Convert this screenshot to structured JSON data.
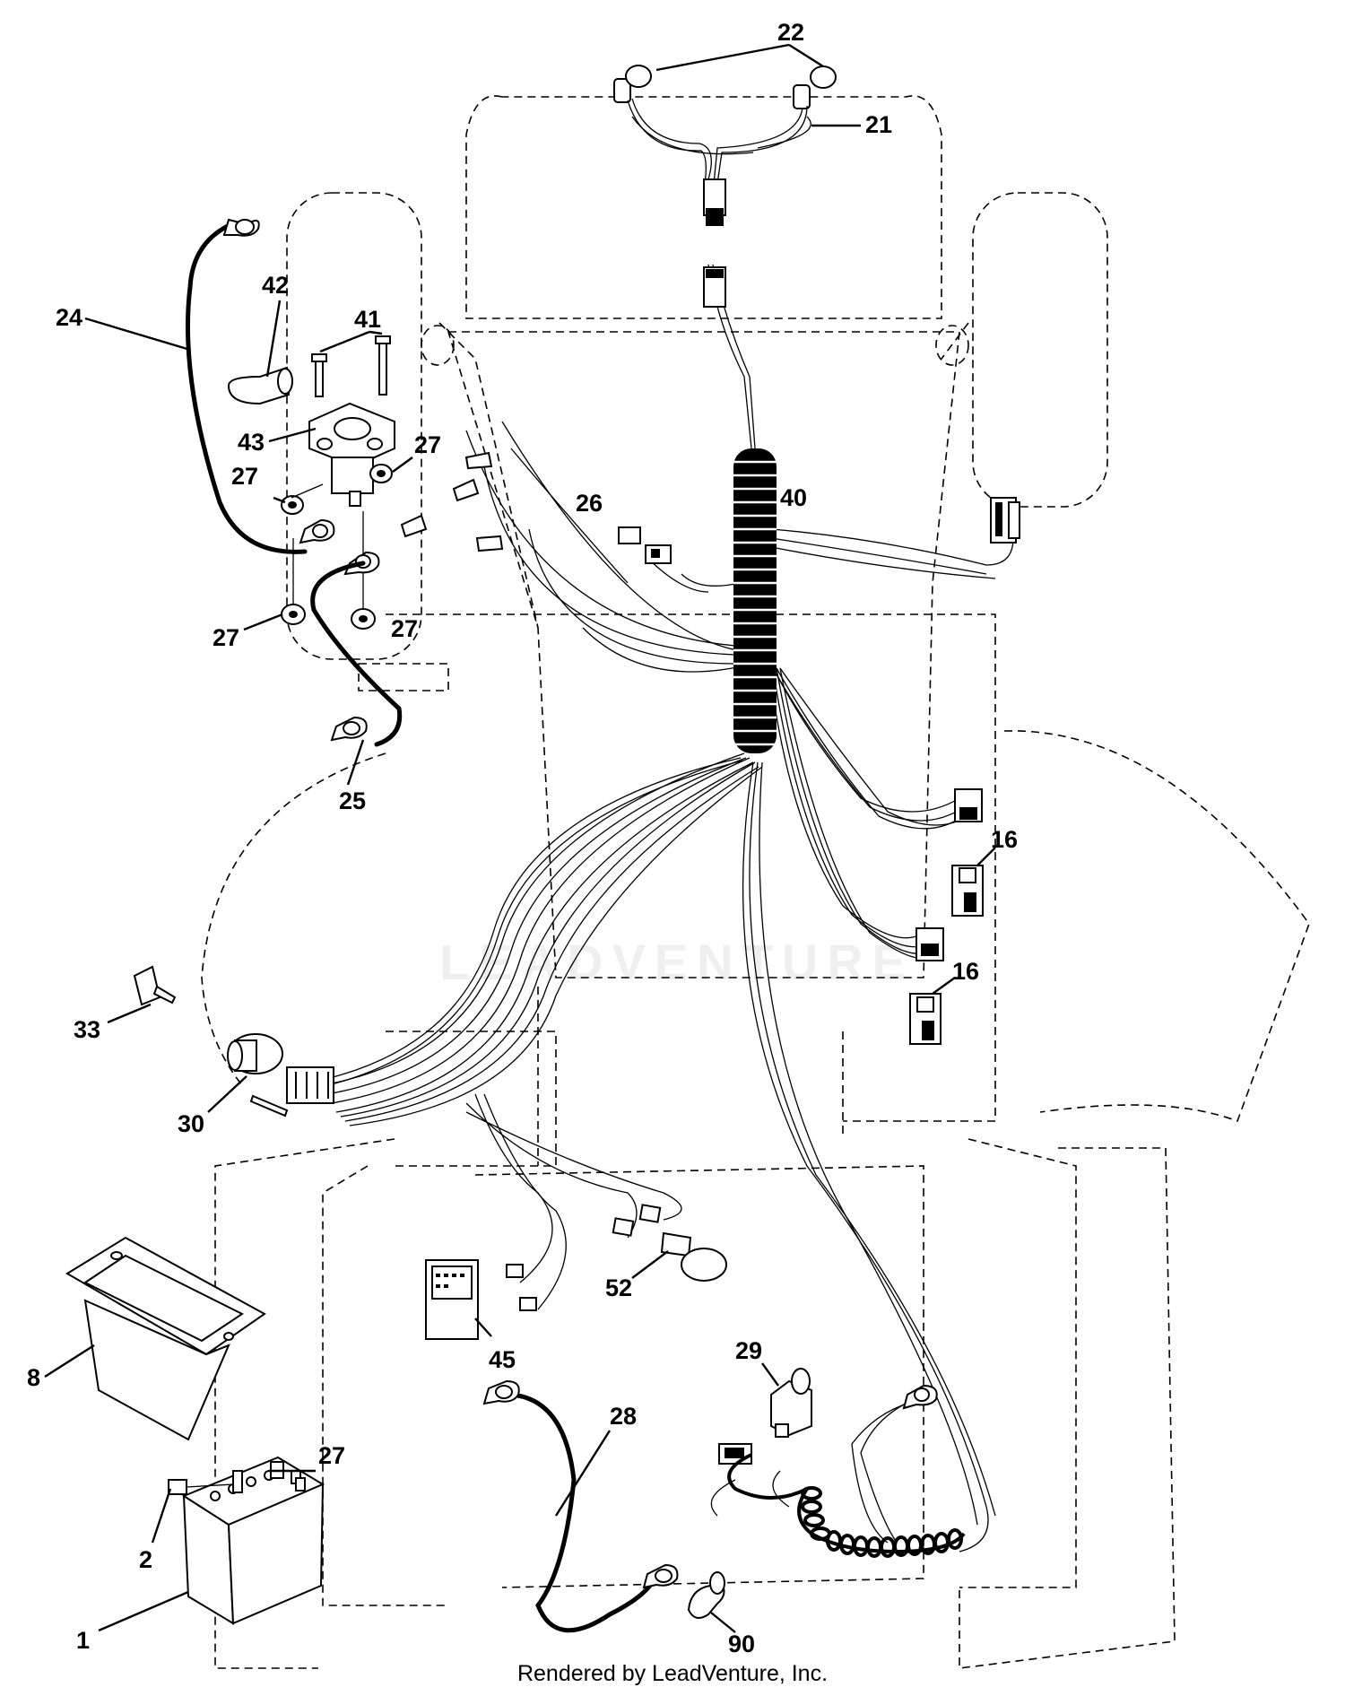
{
  "diagram": {
    "callouts": {
      "c22": "22",
      "c21": "21",
      "c42": "42",
      "c24": "24",
      "c41": "41",
      "c43": "43",
      "c27a": "27",
      "c27b": "27",
      "c40": "40",
      "c26": "26",
      "c27c": "27",
      "c27d": "27",
      "c25": "25",
      "c16a": "16",
      "c16b": "16",
      "c33": "33",
      "c30": "30",
      "c52": "52",
      "c8": "8",
      "c45": "45",
      "c29": "29",
      "c28": "28",
      "c27e": "27",
      "c2": "2",
      "c1": "1",
      "c90": "90"
    },
    "watermark": "LEADVENTURE",
    "footer": "Rendered by LeadVenture, Inc."
  }
}
